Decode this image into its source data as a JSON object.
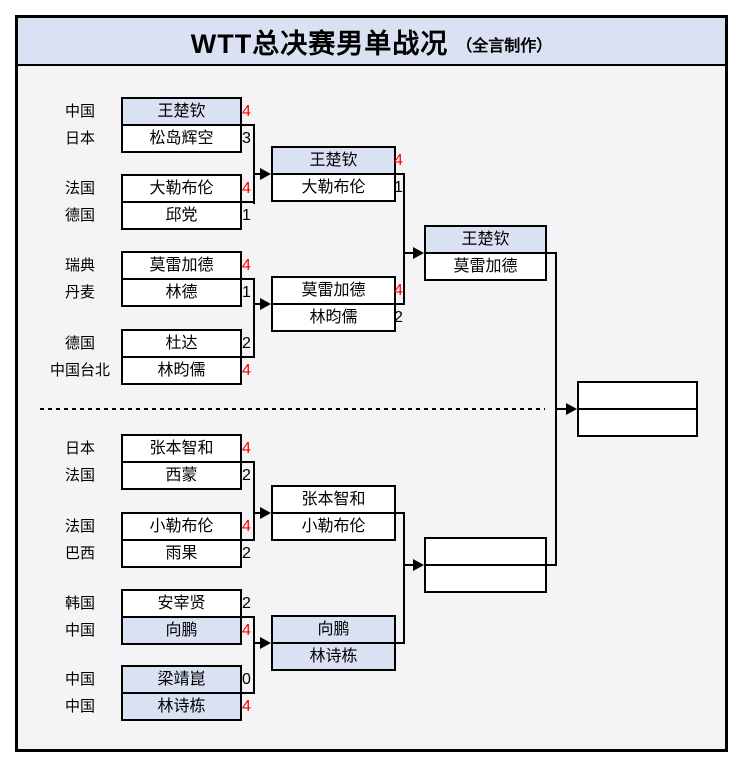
{
  "title": {
    "main": "WTT总决赛男单战况",
    "sub": "（全言制作）"
  },
  "colors": {
    "highlight": "#D9E1F2",
    "title_bg": "#D9E1F2",
    "win_score": "#FF0000",
    "panel_bg": "#F4F4F6",
    "line": "#000000"
  },
  "bracket": {
    "r1": [
      {
        "c1": "中国",
        "p1": "王楚钦",
        "s1": "4",
        "w1": true,
        "hl1": true,
        "c2": "日本",
        "p2": "松岛辉空",
        "s2": "3",
        "w2": false,
        "hl2": false
      },
      {
        "c1": "法国",
        "p1": "大勒布伦",
        "s1": "4",
        "w1": true,
        "hl1": false,
        "c2": "德国",
        "p2": "邱党",
        "s2": "1",
        "w2": false,
        "hl2": false
      },
      {
        "c1": "瑞典",
        "p1": "莫雷加德",
        "s1": "4",
        "w1": true,
        "hl1": false,
        "c2": "丹麦",
        "p2": "林德",
        "s2": "1",
        "w2": false,
        "hl2": false
      },
      {
        "c1": "德国",
        "p1": "杜达",
        "s1": "2",
        "w1": false,
        "hl1": false,
        "c2": "中国台北",
        "p2": "林昀儒",
        "s2": "4",
        "w2": true,
        "hl2": false
      },
      {
        "c1": "日本",
        "p1": "张本智和",
        "s1": "4",
        "w1": true,
        "hl1": false,
        "c2": "法国",
        "p2": "西蒙",
        "s2": "2",
        "w2": false,
        "hl2": false
      },
      {
        "c1": "法国",
        "p1": "小勒布伦",
        "s1": "4",
        "w1": true,
        "hl1": false,
        "c2": "巴西",
        "p2": "雨果",
        "s2": "2",
        "w2": false,
        "hl2": false
      },
      {
        "c1": "韩国",
        "p1": "安宰贤",
        "s1": "2",
        "w1": false,
        "hl1": false,
        "c2": "中国",
        "p2": "向鹏",
        "s2": "4",
        "w2": true,
        "hl2": true
      },
      {
        "c1": "中国",
        "p1": "梁靖崑",
        "s1": "0",
        "w1": false,
        "hl1": true,
        "c2": "中国",
        "p2": "林诗栋",
        "s2": "4",
        "w2": true,
        "hl2": true
      }
    ],
    "r2": [
      {
        "p1": "王楚钦",
        "s1": "4",
        "w1": true,
        "hl1": true,
        "p2": "大勒布伦",
        "s2": "1",
        "w2": false,
        "hl2": false
      },
      {
        "p1": "莫雷加德",
        "s1": "4",
        "w1": true,
        "hl1": false,
        "p2": "林昀儒",
        "s2": "2",
        "w2": false,
        "hl2": false
      },
      {
        "p1": "张本智和",
        "hl1": false,
        "p2": "小勒布伦",
        "hl2": false
      },
      {
        "p1": "向鹏",
        "hl1": true,
        "p2": "林诗栋",
        "hl2": true
      }
    ],
    "r3": [
      {
        "p1": "王楚钦",
        "hl1": true,
        "p2": "莫雷加德",
        "hl2": false
      },
      {
        "p1": "",
        "hl1": false,
        "p2": "",
        "hl2": false
      }
    ],
    "final": {
      "p1": "",
      "hl1": false,
      "p2": "",
      "hl2": false
    }
  }
}
